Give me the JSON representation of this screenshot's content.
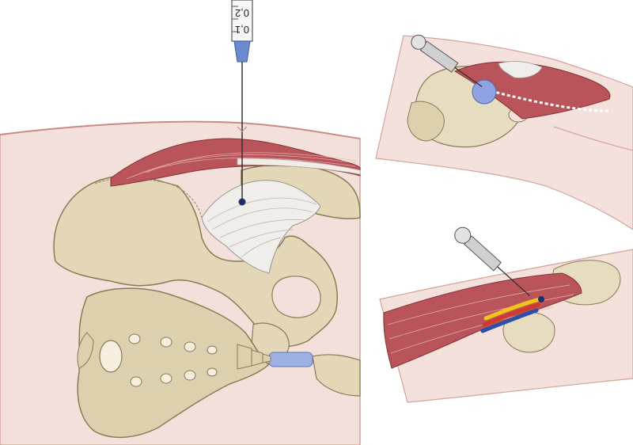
{
  "syringe_scale": {
    "mark_1": "0,1",
    "mark_2": "0,2"
  },
  "colors": {
    "skin": "#f3dcd6",
    "skin_outline": "#d8a9a0",
    "bone": "#e0d4b4",
    "bone_outline": "#8c7c5a",
    "muscle": "#b24a4f",
    "ligament": "#eeeeea",
    "needle_hub": "#5b7fc0",
    "target_dot": "#1d2f6b",
    "artery": "#d13a2a",
    "nerve": "#f2c31b",
    "vein": "#2c4fa8"
  },
  "panels": {
    "main": "main-illustration",
    "top_right": "inset-top",
    "bottom_right": "inset-bottom"
  }
}
